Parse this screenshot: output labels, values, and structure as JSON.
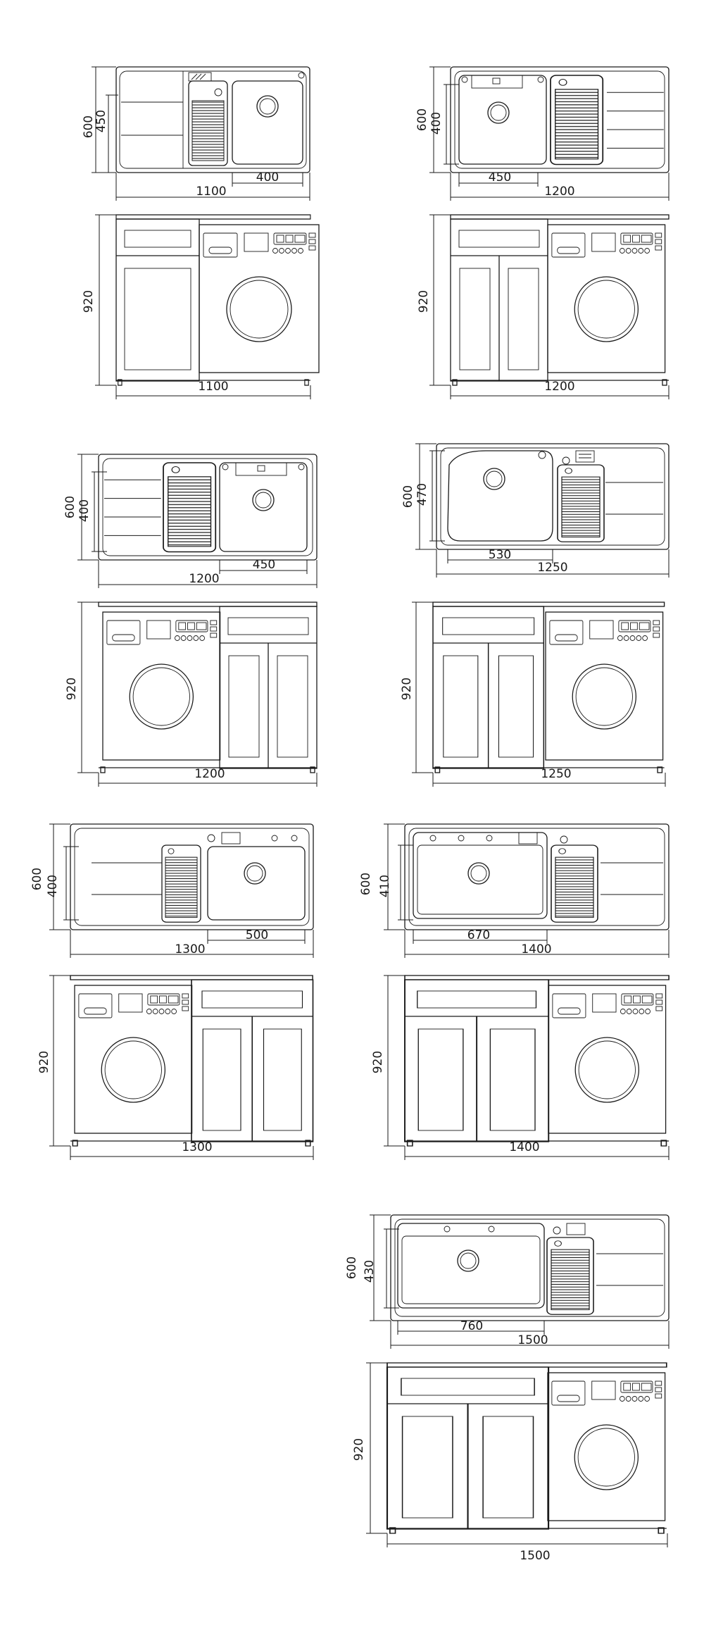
{
  "drawing": {
    "units": [
      {
        "id": "u1100",
        "top": {
          "total_width": "1100",
          "depth": "600",
          "sink_depth": "450",
          "sink_width": "400"
        },
        "front": {
          "height": "920",
          "total_width": "1100"
        }
      },
      {
        "id": "u1200a",
        "top": {
          "total_width": "1200",
          "depth": "600",
          "sink_depth": "400",
          "sink_width": "450"
        },
        "front": {
          "height": "920",
          "total_width": "1200"
        }
      },
      {
        "id": "u1200b",
        "top": {
          "total_width": "1200",
          "depth": "600",
          "sink_depth": "400",
          "sink_width": "450"
        },
        "front": {
          "height": "920",
          "total_width": "1200"
        }
      },
      {
        "id": "u1250",
        "top": {
          "total_width": "1250",
          "depth": "600",
          "sink_depth": "470",
          "sink_width": "530"
        },
        "front": {
          "height": "920",
          "total_width": "1250"
        }
      },
      {
        "id": "u1300",
        "top": {
          "total_width": "1300",
          "depth": "600",
          "sink_depth": "400",
          "sink_width": "500"
        },
        "front": {
          "height": "920",
          "total_width": "1300"
        }
      },
      {
        "id": "u1400",
        "top": {
          "total_width": "1400",
          "depth": "600",
          "sink_depth": "410",
          "sink_width": "670"
        },
        "front": {
          "height": "920",
          "total_width": "1400"
        }
      },
      {
        "id": "u1500",
        "top": {
          "total_width": "1500",
          "depth": "600",
          "sink_depth": "430",
          "sink_width": "760"
        },
        "front": {
          "height": "920",
          "total_width": "1500"
        }
      }
    ]
  }
}
